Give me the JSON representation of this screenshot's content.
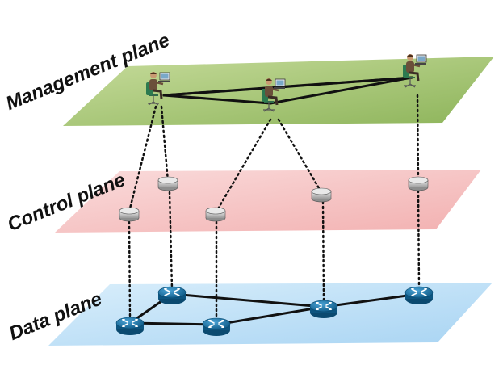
{
  "labels": {
    "management": "Management plane",
    "control": "Control plane",
    "data": "Data plane"
  },
  "colors": {
    "management_plane": "#a9c97a",
    "control_plane": "#f6c4c4",
    "data_plane": "#bfe0f7",
    "router": "#1a6e9e",
    "controller": "#cfcfcf",
    "link": "#111111"
  },
  "icons": {
    "operator": "person-at-computer-icon",
    "controller": "controller-cylinder-icon",
    "router": "router-icon"
  }
}
